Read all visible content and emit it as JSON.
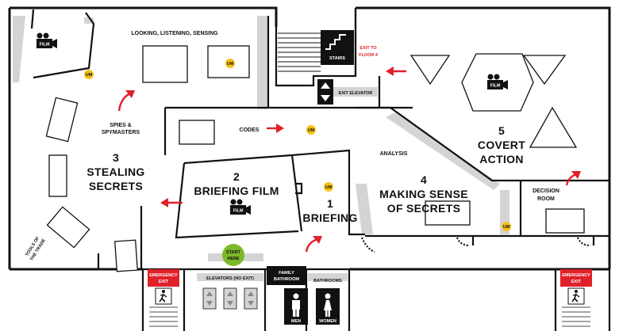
{
  "rooms": {
    "looking": "LOOKING, LISTENING, SENSING",
    "stealing": {
      "number": "3",
      "line1": "STEALING",
      "line2": "SECRETS"
    },
    "briefing_film": {
      "number": "2",
      "label": "BRIEFING FILM"
    },
    "briefing": {
      "number": "1",
      "label": "BRIEFING"
    },
    "making_sense": {
      "number": "4",
      "line1": "MAKING SENSE",
      "line2": "OF SECRETS"
    },
    "covert": {
      "number": "5",
      "line1": "COVERT",
      "line2": "ACTION"
    },
    "spies": {
      "line1": "SPIES &",
      "line2": "SPYMASTERS"
    },
    "codes": "CODES",
    "analysis": "ANALYSIS",
    "decision": {
      "line1": "DECISION",
      "line2": "ROOM"
    },
    "tools": {
      "line1": "TOOLS OF",
      "line2": "THE TRADE"
    }
  },
  "facilities": {
    "stairs": "STAIRS",
    "exit_floor": {
      "line1": "EXIT TO",
      "line2": "FLOOR 4"
    },
    "exit_elevator": "EXIT ELEVATOR",
    "elevators": "ELEVATORS (NO EXIT)",
    "family_bathroom": {
      "line1": "FAMILY",
      "line2": "BATHROOM"
    },
    "bathrooms": "BATHROOMS",
    "men": "MEN",
    "women": "WOMEN",
    "emergency_exit": {
      "line1": "EMERGENCY",
      "line2": "EXIT"
    },
    "start": {
      "line1": "START",
      "line2": "HERE"
    }
  },
  "markers": {
    "um": "UM",
    "film": "FILM"
  },
  "colors": {
    "arrow": "#e0202a",
    "um_badge": "#f5c21b",
    "start_badge": "#7ab929",
    "emergency": "#e0202a",
    "wall_gray": "#d4d4d4"
  },
  "icons": [
    "film-camera-icon",
    "um-badge-icon",
    "stairs-icon",
    "elevator-arrows-icon",
    "man-icon",
    "woman-icon",
    "exit-running-icon",
    "direction-arrow-icon"
  ]
}
